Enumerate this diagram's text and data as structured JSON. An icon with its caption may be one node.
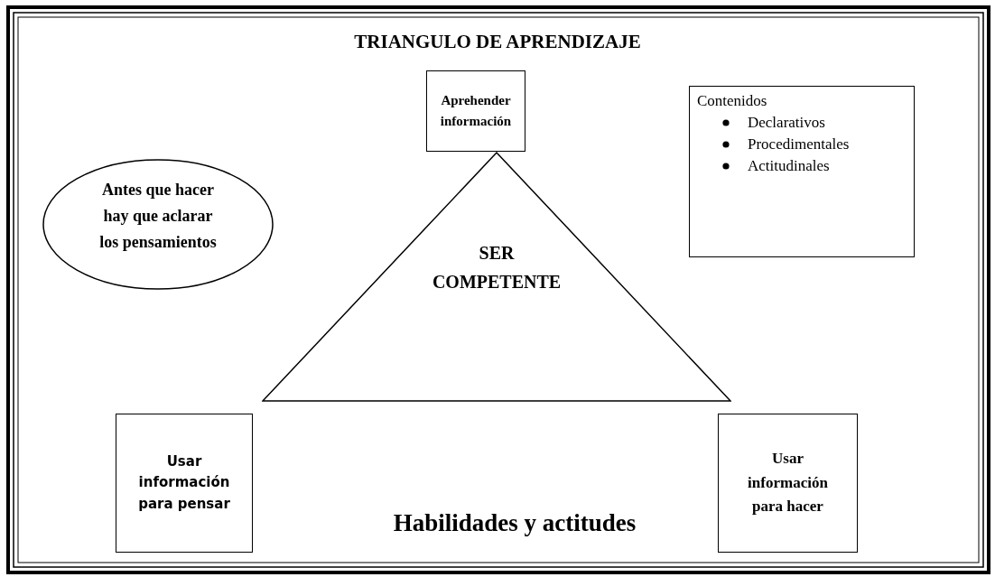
{
  "diagram": {
    "title": "TRIANGULO DE APRENDIZAJE",
    "nodes": [
      {
        "text": [
          "Aprehender información"
        ]
      },
      {
        "text": [
          "Contenidos",
          "Declarativos",
          "Procedimentales",
          "Actitudinales"
        ]
      },
      {
        "text": [
          "Antes que hacer hay que aclarar los pensamientos"
        ]
      },
      {
        "text": [
          "SER COMPETENTE"
        ]
      },
      {
        "text": [
          "Usar información para pensar"
        ]
      },
      {
        "text": [
          "Usar información para hacer"
        ]
      }
    ],
    "edges": [],
    "labels": [
      "Habilidades y actitudes"
    ]
  }
}
